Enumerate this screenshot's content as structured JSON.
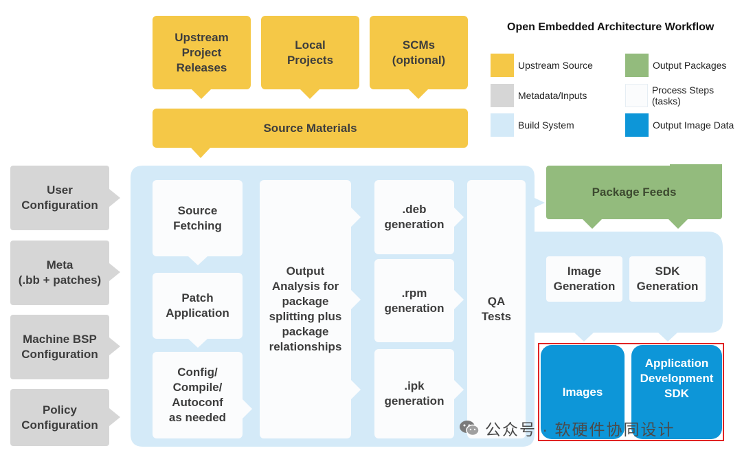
{
  "title": "Open Embedded Architecture Workflow",
  "colors": {
    "upstream_source": "#f5c847",
    "metadata_inputs": "#d6d6d6",
    "build_system": "#d4eaf8",
    "output_packages": "#93bb7d",
    "process_steps": "#fbfcfd",
    "output_image_data": "#0d96d8"
  },
  "legend": [
    {
      "label": "Upstream Source"
    },
    {
      "label": "Output Packages"
    },
    {
      "label": "Metadata/Inputs"
    },
    {
      "label": "Process Steps (tasks)"
    },
    {
      "label": "Build System"
    },
    {
      "label": "Output Image Data"
    }
  ],
  "upstream": {
    "releases": "Upstream\nProject\nReleases",
    "local": "Local\nProjects",
    "scms": "SCMs\n(optional)",
    "source_materials": "Source Materials"
  },
  "inputs": {
    "user_config": "User\nConfiguration",
    "meta": "Meta\n(.bb + patches)",
    "machine_bsp": "Machine BSP\nConfiguration",
    "policy": "Policy\nConfiguration"
  },
  "tasks": {
    "source_fetching": "Source\nFetching",
    "patch_application": "Patch\nApplication",
    "config_compile": "Config/\nCompile/\nAutoconf\nas needed",
    "output_analysis": "Output\nAnalysis for\npackage\nsplitting plus\npackage\nrelationships",
    "deb": ".deb\ngeneration",
    "rpm": ".rpm\ngeneration",
    "ipk": ".ipk\ngeneration",
    "qa": "QA\nTests",
    "image_gen": "Image\nGeneration",
    "sdk_gen": "SDK\nGeneration"
  },
  "outputs": {
    "package_feeds": "Package Feeds",
    "images": "Images",
    "app_sdk": "Application\nDevelopment\nSDK"
  },
  "watermark": "公众号 · 软硬件协同设计"
}
